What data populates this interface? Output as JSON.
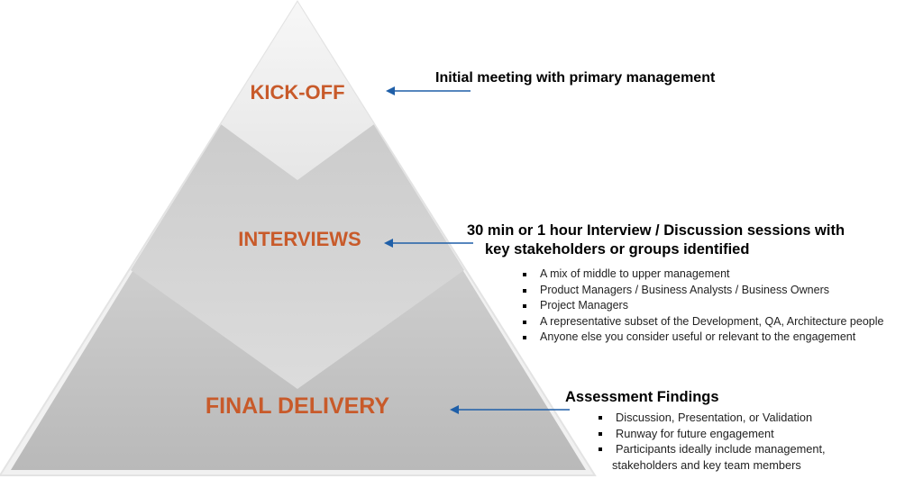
{
  "colors": {
    "stage_label": "#c85a2a",
    "arrow": "#1f5fa8",
    "pyramid_light": "#f4f4f4",
    "pyramid_dark": "#b8b8b8"
  },
  "stages": {
    "kickoff": {
      "label": "KICK-OFF"
    },
    "interviews": {
      "label": "INTERVIEWS"
    },
    "final": {
      "label": "FINAL DELIVERY"
    }
  },
  "notes": {
    "kickoff": {
      "title": "Initial meeting with primary management"
    },
    "interviews": {
      "title_line1": "30 min or 1 hour Interview / Discussion  sessions with",
      "title_line2": "key stakeholders or groups identified",
      "bullets": [
        "A mix of middle to upper management",
        "Product Managers / Business Analysts / Business Owners",
        "Project Managers",
        "A representative subset of the Development, QA, Architecture people",
        "Anyone else you consider useful or relevant to the engagement"
      ]
    },
    "final": {
      "title": "Assessment Findings",
      "bullets": [
        "Discussion, Presentation, or Validation",
        "Runway for future engagement",
        "Participants ideally include management,"
      ],
      "bullet_continuation": "stakeholders  and key team members"
    }
  }
}
